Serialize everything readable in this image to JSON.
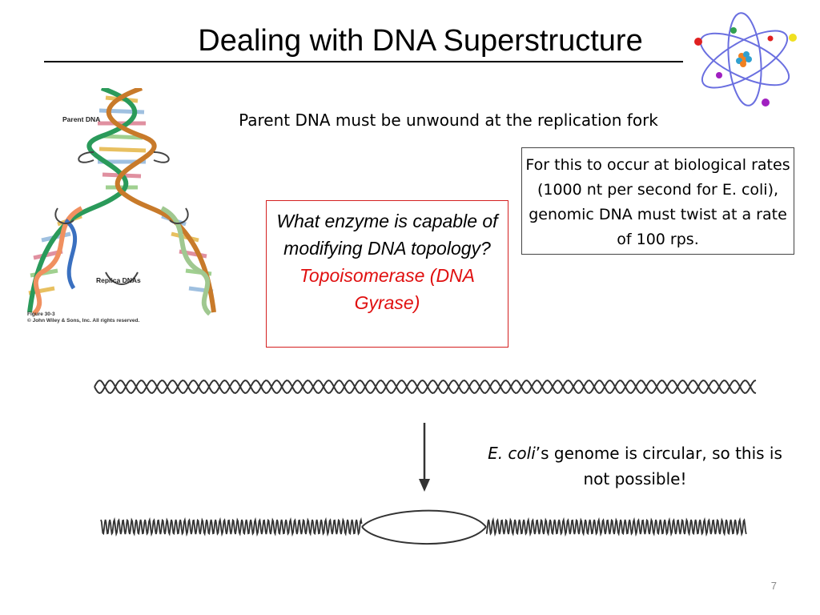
{
  "slide": {
    "title": "Dealing with DNA Superstructure",
    "subtitle": "Parent DNA must be unwound at the replication fork",
    "rate_box": "For this to occur at biological rates (1000 nt per second for E. coli), genomic DNA must twist at a rate of 100 rps.",
    "enzyme_question": "What enzyme is capable of modifying DNA topology?",
    "enzyme_answer": "Topoisomerase (DNA Gyrase)",
    "circular_note_italic": "E. coli",
    "circular_note_rest": "’s genome is circular, so this is not possible!",
    "page_number": "7"
  },
  "figure": {
    "parent_label": "Parent DNA",
    "replica_label": "Replica DNAs",
    "caption_line1": "Figure 30-3",
    "caption_line2": "© John Wiley & Sons, Inc. All rights reserved."
  },
  "icons": {
    "logo": "atom-icon",
    "arrow": "down-arrow-icon"
  },
  "colors": {
    "answer": "#e01010",
    "enzyme_border": "#d42020"
  }
}
